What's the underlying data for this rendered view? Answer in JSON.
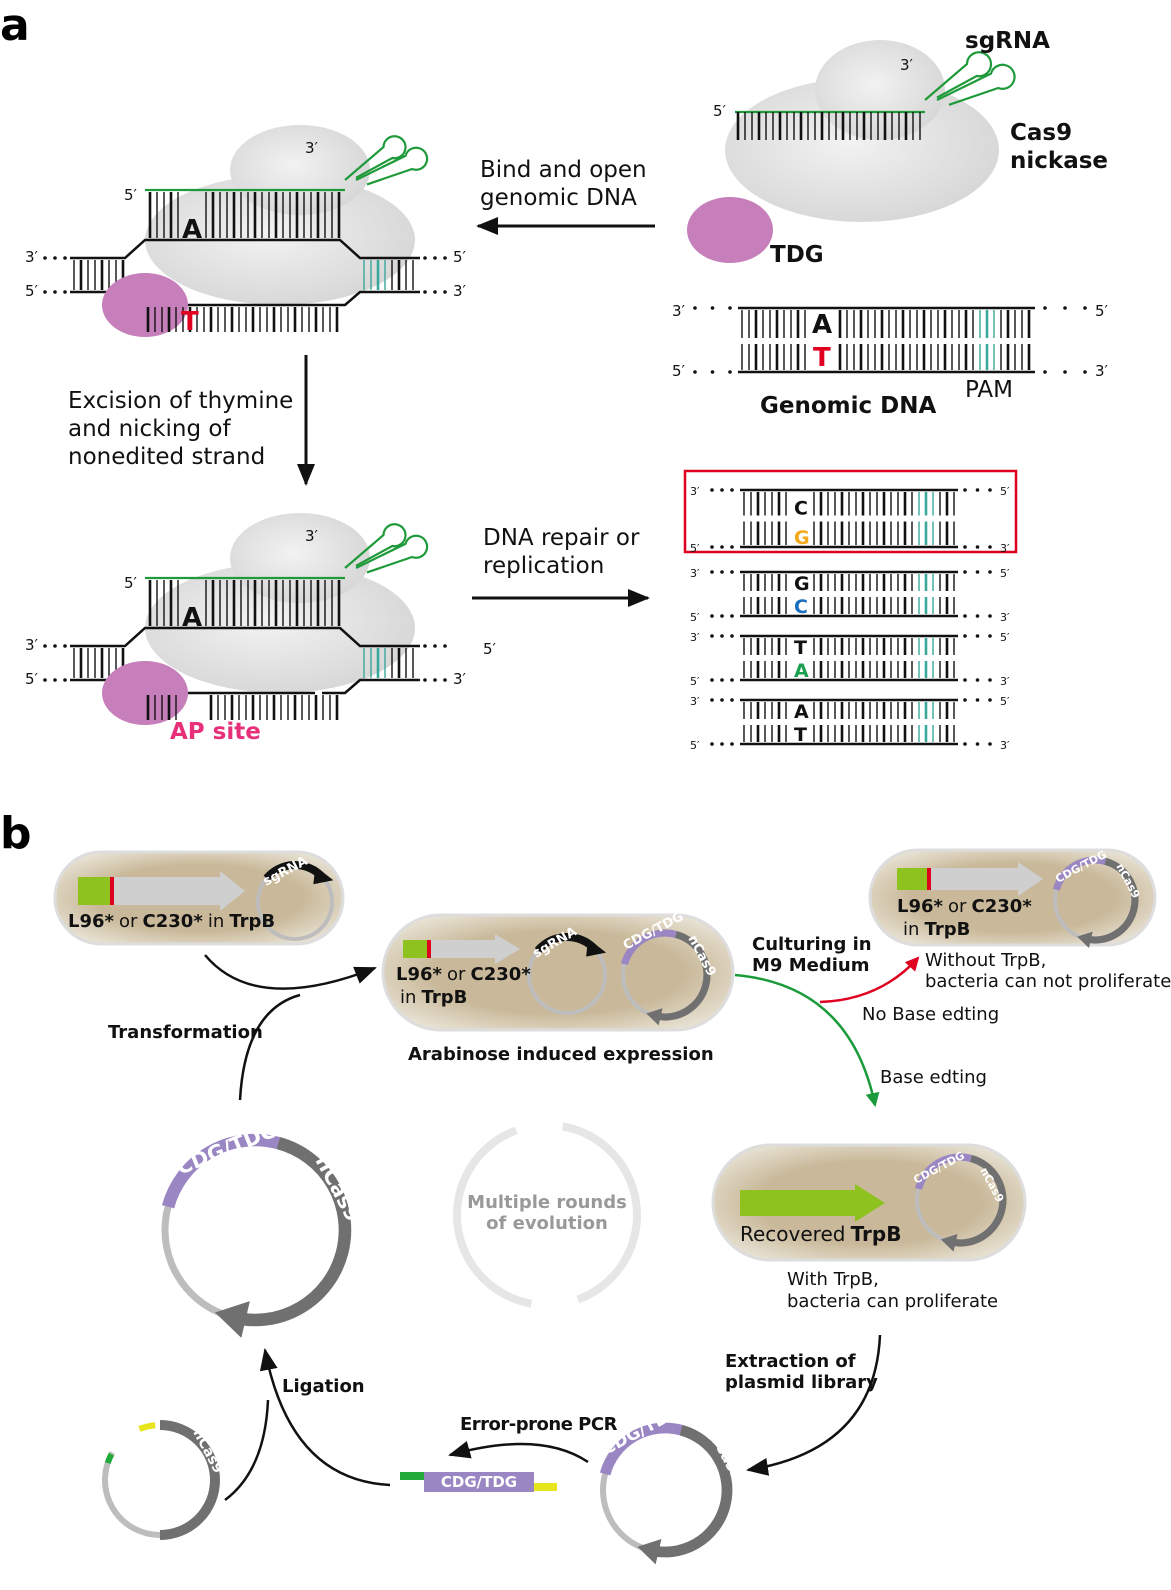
{
  "colors": {
    "cas9": "#e3e3e3",
    "tdg": "#c77fbb",
    "sgrna": "#1f9a3a",
    "pam": "#3aa89a",
    "capsule": "#c9b99a",
    "purple": "#9a86c2",
    "dark_grey": "#707070",
    "light_grey": "#bdbdbd",
    "trpb_green": "#8dc21f",
    "red": "#e00020"
  },
  "panel_a": {
    "label": "a",
    "cas9_label_1": "Cas9",
    "cas9_label_2": "nickase",
    "sgrna_label": "sgRNA",
    "tdg_label": "TDG",
    "three_prime": "3′",
    "five_prime": "5′",
    "genomic_dna": "Genomic DNA",
    "pam": "PAM",
    "base_a": "A",
    "base_t": "T",
    "step1_line1": "Bind and open",
    "step1_line2": "genomic DNA",
    "step2_line1": "Excision of thymine",
    "step2_line2": "and nicking of",
    "step2_line3": "nonedited strand",
    "ap_site": "AP site",
    "step3_line1": "DNA repair or",
    "step3_line2": "replication",
    "outcomes": [
      {
        "top": "C",
        "bottom": "G",
        "bottom_color": "#f2a91c",
        "highlighted": true
      },
      {
        "top": "G",
        "bottom": "C",
        "bottom_color": "#1a6fc0",
        "highlighted": false
      },
      {
        "top": "T",
        "bottom": "A",
        "bottom_color": "#1aa050",
        "highlighted": false
      },
      {
        "top": "A",
        "bottom": "T",
        "bottom_color": "#111111",
        "highlighted": false
      }
    ]
  },
  "panel_b": {
    "label": "b",
    "mutant_1": "L96*",
    "or": "or",
    "mutant_2": "C230*",
    "in": "in",
    "trpb": "TrpB",
    "sgrna": "sgRNA",
    "cdg_tdg": "CDG/TDG",
    "ncas9": "nCas9",
    "arabinose": "Arabinose induced expression",
    "culturing_1": "Culturing in",
    "culturing_2": "M9 Medium",
    "without_1": "Without TrpB,",
    "without_2": "bacteria can not proliferate",
    "no_base_editing": "No Base edting",
    "base_editing": "Base edting",
    "recovered": "Recovered",
    "with_1": "With TrpB,",
    "with_2": "bacteria can proliferate",
    "transformation": "Transformation",
    "multiple_1": "Multiple rounds",
    "multiple_2": "of evolution",
    "extraction_1": "Extraction of",
    "extraction_2": "plasmid library",
    "error_prone_pcr": "Error-prone PCR",
    "ligation": "Ligation"
  }
}
